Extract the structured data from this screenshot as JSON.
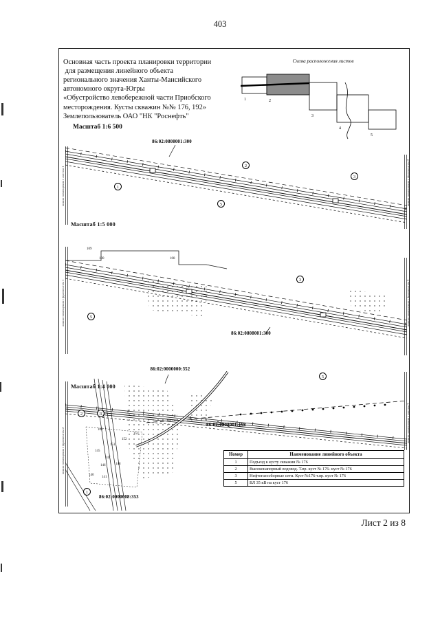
{
  "page": {
    "number": "403",
    "sheet_label": "Лист 2 из 8"
  },
  "title_block": {
    "lines": [
      "Основная часть проекта планировки территории",
      " для размещения линейного объекта",
      "регионального значения Ханты-Мансийского",
      "автономного округа-Югры",
      "«Обустройство левобережной части Приобского",
      "месторождения. Кусты скважин №№ 176, 192»",
      "Землепользователь ОАО \"НК \"Роснефть\""
    ],
    "scale_label": "Масштаб 1:6 500"
  },
  "scheme": {
    "caption": "Схема расположения листов",
    "sheet_numbers": [
      "1",
      "2",
      "3",
      "4",
      "5"
    ]
  },
  "scales": {
    "map2": "Масштаб 1:5 000",
    "map3": "Масштаб 1:4 000"
  },
  "map1": {
    "cadastral_label": "86:02:0808001:300",
    "markers": {
      "m1": "1",
      "m2": "2",
      "m3": "3",
      "m5": "5"
    }
  },
  "map2": {
    "cadastral_label": "86:02:0808001:300",
    "parcels": {
      "p109": "109",
      "p100": "100",
      "p108": "108"
    },
    "markers": {
      "m3": "3",
      "m5": "5"
    }
  },
  "map3": {
    "labels": {
      "l352": "86:02:0000000:352",
      "l198": "86:02:0808001:198",
      "l353": "86:02:0000008:353"
    },
    "parcels": {
      "p108": "108",
      "p153": "153",
      "p152": "152",
      "p151": "151",
      "p145": "145",
      "p147": "147",
      "p146": "146",
      "p148": "148",
      "p141": "141",
      "p140": "140"
    },
    "markers": {
      "m1": "1",
      "m2": "2",
      "m3": "3",
      "m5": "5"
    }
  },
  "edge_labels": {
    "left1": "линия совмещения с листом 1",
    "right1": "линия совмещения с фрагментом 2",
    "left2": "линия совмещения с фрагментом 1",
    "right2": "линия совмещения с фрагментом 3",
    "left3": "линия совмещения с фрагментом 2",
    "right3": "линия совмещения с листом 3"
  },
  "legend_table": {
    "headers": [
      "Номер",
      "Наименование линейного объекта"
    ],
    "rows": [
      {
        "num": "1",
        "name": "Подъезд к кусту скважин № 176"
      },
      {
        "num": "2",
        "name": "Высоконапорный водовод. Т.вр. куст № 176- куст № 176"
      },
      {
        "num": "3",
        "name": "Нефтегазосборные сети. Куст №176-т.вр. куст № 176"
      },
      {
        "num": "5",
        "name": "ВЛ 35 кВ на куст 176"
      }
    ]
  }
}
